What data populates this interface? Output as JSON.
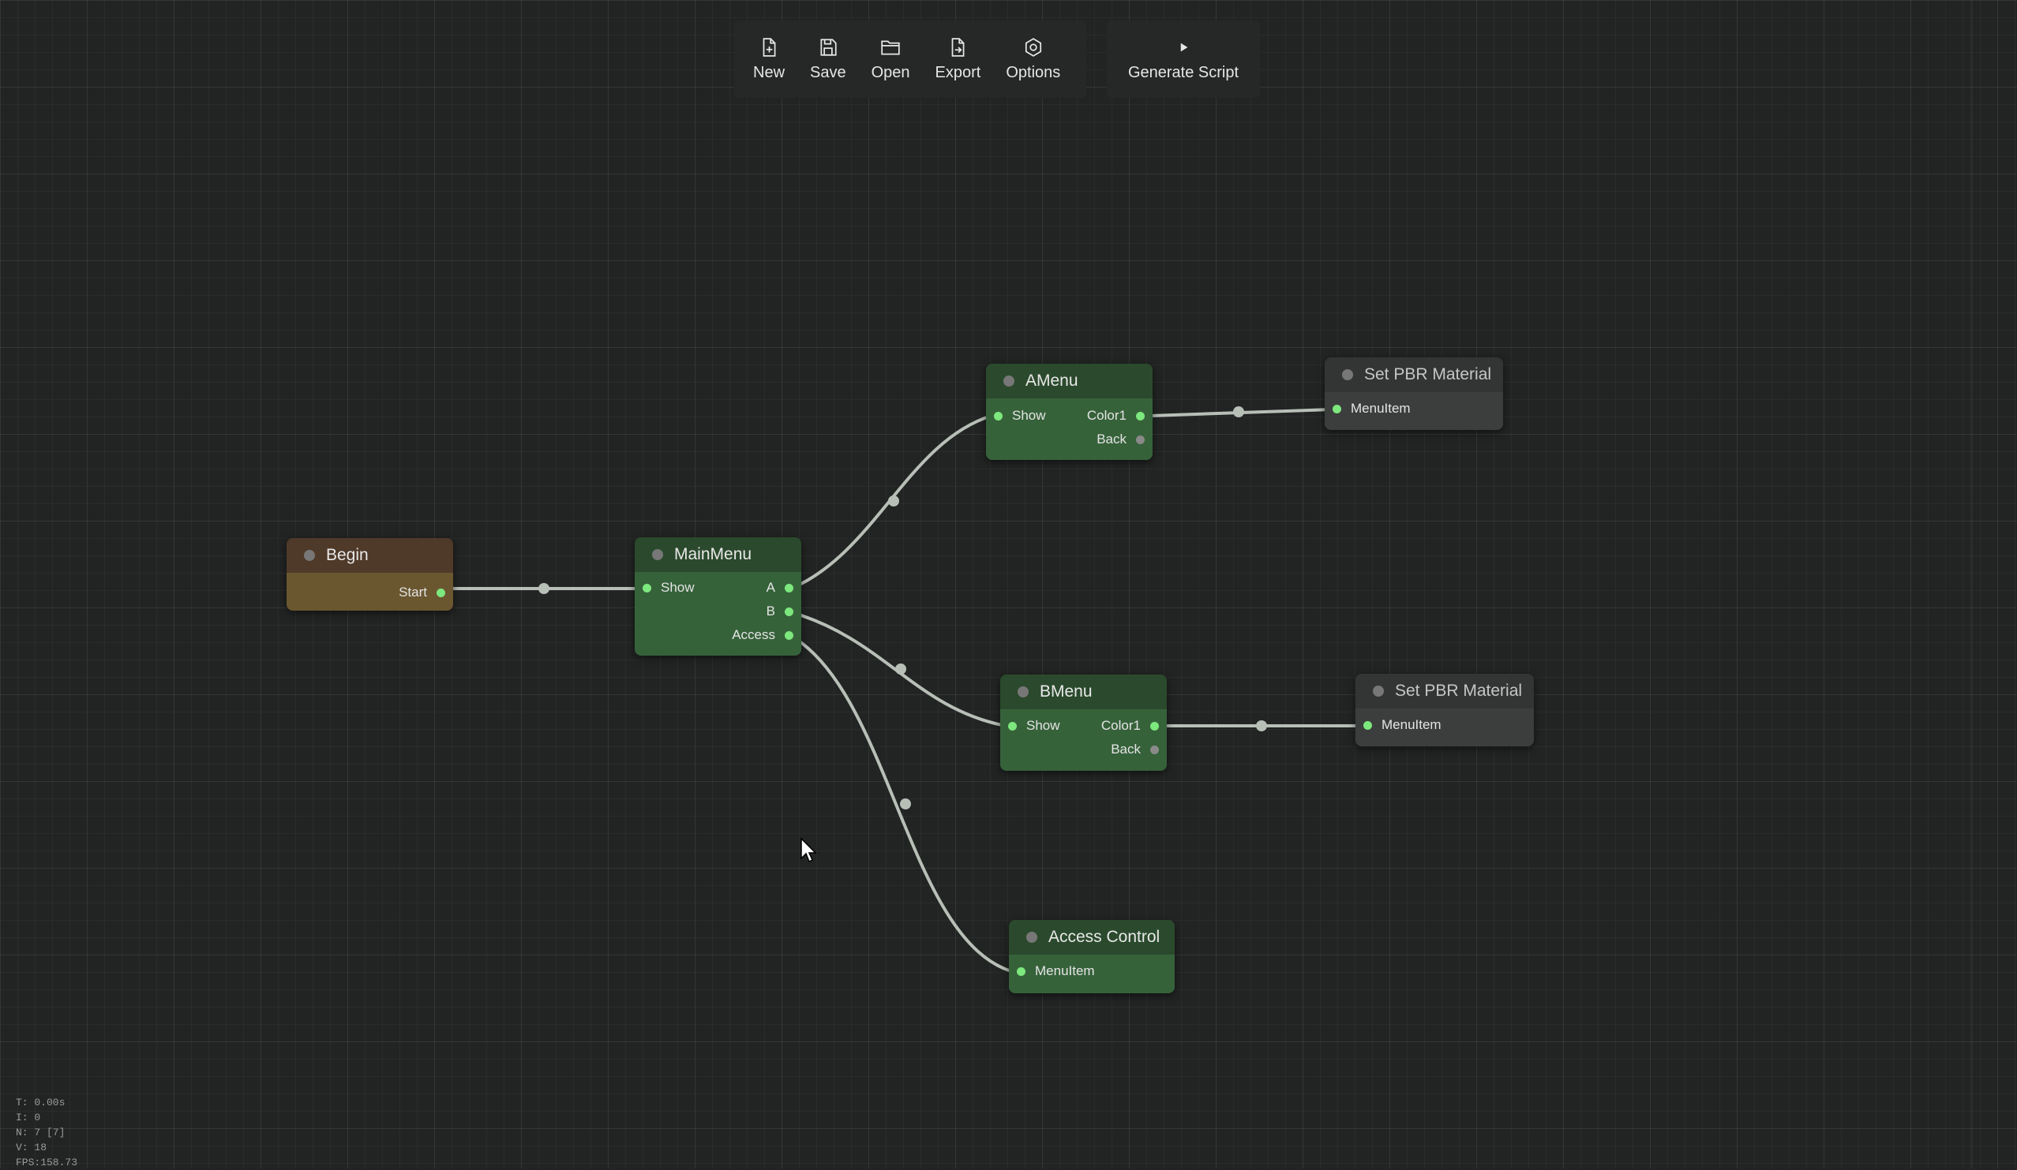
{
  "toolbar": {
    "new_label": "New",
    "save_label": "Save",
    "open_label": "Open",
    "export_label": "Export",
    "options_label": "Options",
    "generate_label": "Generate Script"
  },
  "nodes": {
    "begin": {
      "title": "Begin",
      "outputs": [
        "Start"
      ]
    },
    "mainmenu": {
      "title": "MainMenu",
      "inputs": [
        "Show"
      ],
      "outputs": [
        "A",
        "B",
        "Access"
      ]
    },
    "amenu": {
      "title": "AMenu",
      "inputs": [
        "Show"
      ],
      "outputs": [
        "Color1",
        "Back"
      ]
    },
    "bmenu": {
      "title": "BMenu",
      "inputs": [
        "Show"
      ],
      "outputs": [
        "Color1",
        "Back"
      ]
    },
    "setpbr1": {
      "title": "Set PBR Material",
      "inputs": [
        "MenuItem"
      ]
    },
    "setpbr2": {
      "title": "Set PBR Material",
      "inputs": [
        "MenuItem"
      ]
    },
    "access": {
      "title": "Access Control",
      "inputs": [
        "MenuItem"
      ]
    }
  },
  "stats": {
    "time": "T: 0.00s",
    "iterations": "I: 0",
    "nodes": "N: 7 [7]",
    "visible": "V: 18",
    "fps": "FPS:158.73"
  },
  "colors": {
    "background": "#222423",
    "node_green": "#36623a",
    "node_brown": "#6a5730",
    "node_grey": "#3c3e3d",
    "slot_connected": "#7de87d",
    "slot_free": "#8a8a8a",
    "link": "#b7bfb7"
  },
  "icons": [
    "new-file-icon",
    "save-icon",
    "folder-icon",
    "export-icon",
    "gear-icon",
    "play-icon",
    "cursor-icon"
  ]
}
